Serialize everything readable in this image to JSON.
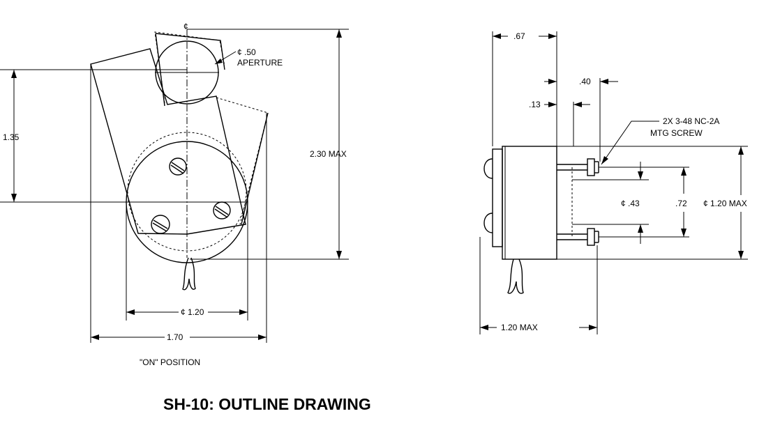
{
  "title": "SH-10: OUTLINE DRAWING",
  "front_view": {
    "caption": "\"ON\" POSITION",
    "centerline_symbol": "¢",
    "aperture_label": "¢ .50",
    "aperture_word": "APERTURE",
    "dim_height_left": "1.35",
    "dim_height_max": "2.30 MAX",
    "dim_inner_width": "¢ 1.20",
    "dim_outer_width": "1.70"
  },
  "side_view": {
    "dim_top_width": ".67",
    "dim_40": ".40",
    "dim_13": ".13",
    "screw_label_line1": "2X 3-48 NC-2A",
    "screw_label_line2": "MTG SCREW",
    "dim_43": "¢ .43",
    "dim_72": ".72",
    "dim_120_max": "¢ 1.20 MAX",
    "dim_bottom_width": "1.20 MAX"
  }
}
